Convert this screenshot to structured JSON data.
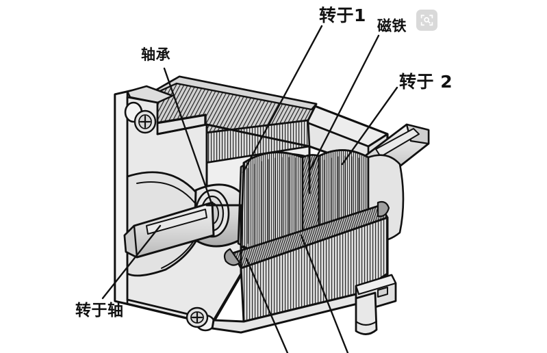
{
  "image": {
    "kind": "technical-cutaway-illustration",
    "subject": "hybrid stepper motor cutaway",
    "background_color": "#ffffff",
    "line_color": "#111111",
    "body_fill": "#e3e3e3",
    "shade_fill": "#c9c9c9",
    "dark_fill": "#9a9a9a"
  },
  "labels": {
    "rotor1": "转于1",
    "magnet": "磁铁",
    "rotor2": "转于 2",
    "bearing": "轴承",
    "rotor_shaft": "转于轴"
  },
  "overlay": {
    "visual_search": {
      "icon": "image-search-icon",
      "background": "#d9d9d9"
    }
  },
  "callouts": [
    {
      "name": "rotor1",
      "label": "转于1",
      "leader_from": [
        470,
        38
      ],
      "leader_to": [
        355,
        250
      ]
    },
    {
      "name": "magnet",
      "label": "磁铁",
      "leader_from": [
        553,
        52
      ],
      "leader_to": [
        455,
        248
      ]
    },
    {
      "name": "rotor2",
      "label": "转于 2",
      "leader_from": [
        580,
        128
      ],
      "leader_to": [
        500,
        240
      ]
    },
    {
      "name": "bearing",
      "label": "轴承",
      "leader_from": [
        240,
        100
      ],
      "leader_to": [
        310,
        300
      ]
    },
    {
      "name": "rotor_shaft",
      "label": "转于轴",
      "leader_from": [
        150,
        435
      ],
      "leader_to": [
        232,
        330
      ]
    },
    {
      "name": "unlabeled_lower_left",
      "label": "",
      "leader_from": [
        420,
        516
      ],
      "leader_to": [
        360,
        380
      ]
    },
    {
      "name": "unlabeled_lower_right",
      "label": "",
      "leader_from": [
        505,
        516
      ],
      "leader_to": [
        440,
        345
      ]
    }
  ]
}
